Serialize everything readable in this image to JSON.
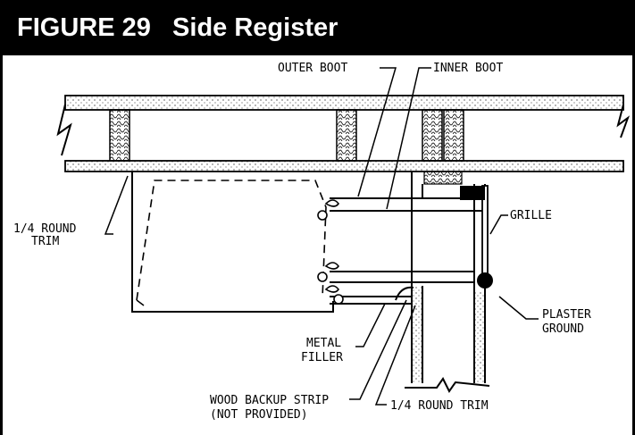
{
  "figure": {
    "number": "FIGURE 29",
    "title": "Side Register"
  },
  "labels": {
    "outer_boot": "OUTER BOOT",
    "inner_boot": "INNER BOOT",
    "round_trim_left_1": "1/4 ROUND",
    "round_trim_left_2": "TRIM",
    "grille": "GRILLE",
    "plaster_ground_1": "PLASTER",
    "plaster_ground_2": "GROUND",
    "metal_filler_1": "METAL",
    "metal_filler_2": "FILLER",
    "wood_backup_1": "WOOD BACKUP STRIP",
    "wood_backup_2": "(NOT PROVIDED)",
    "round_trim_bottom": "1/4 ROUND TRIM"
  },
  "colors": {
    "ink": "#000000",
    "paper": "#ffffff",
    "header_bg": "#000000",
    "header_text": "#ffffff"
  }
}
